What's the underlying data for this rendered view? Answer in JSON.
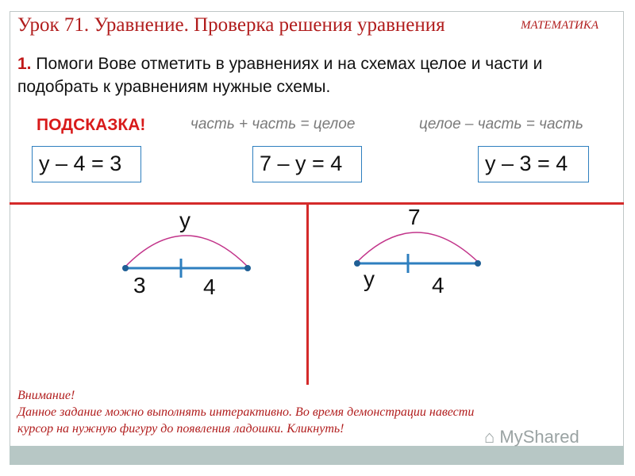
{
  "header": {
    "title": "Урок 71. Уравнение. Проверка решения уравнения",
    "subject": "МАТЕМАТИКА"
  },
  "task": {
    "number": "1.",
    "text": "Помоги Вове отметить в уравнениях и на схемах целое и части и подобрать к уравнениям нужные схемы."
  },
  "hint": {
    "label": "ПОДСКАЗКА!",
    "rule1": "часть + часть = целое",
    "rule2": "целое – часть = часть"
  },
  "equations": [
    "у – 4 = 3",
    "7 – у = 4",
    "у – 3 = 4"
  ],
  "schemes": [
    {
      "whole": "у",
      "left": "3",
      "right": "4"
    },
    {
      "whole": "7",
      "left": "у",
      "right": "4"
    }
  ],
  "notice": {
    "line1": "Внимание!",
    "line2": "Данное задание можно выполнять интерактивно.  Во время демонстрации навести",
    "line3a": "курсор на  нужную фигуру",
    "line3b": "до появления ладошки. Кликнуть!"
  },
  "watermark": "MyShared",
  "colors": {
    "red": "#b11d1d",
    "accent_red": "#d42a2a",
    "blue": "#2e7fbf",
    "arc": "#c2348a"
  }
}
